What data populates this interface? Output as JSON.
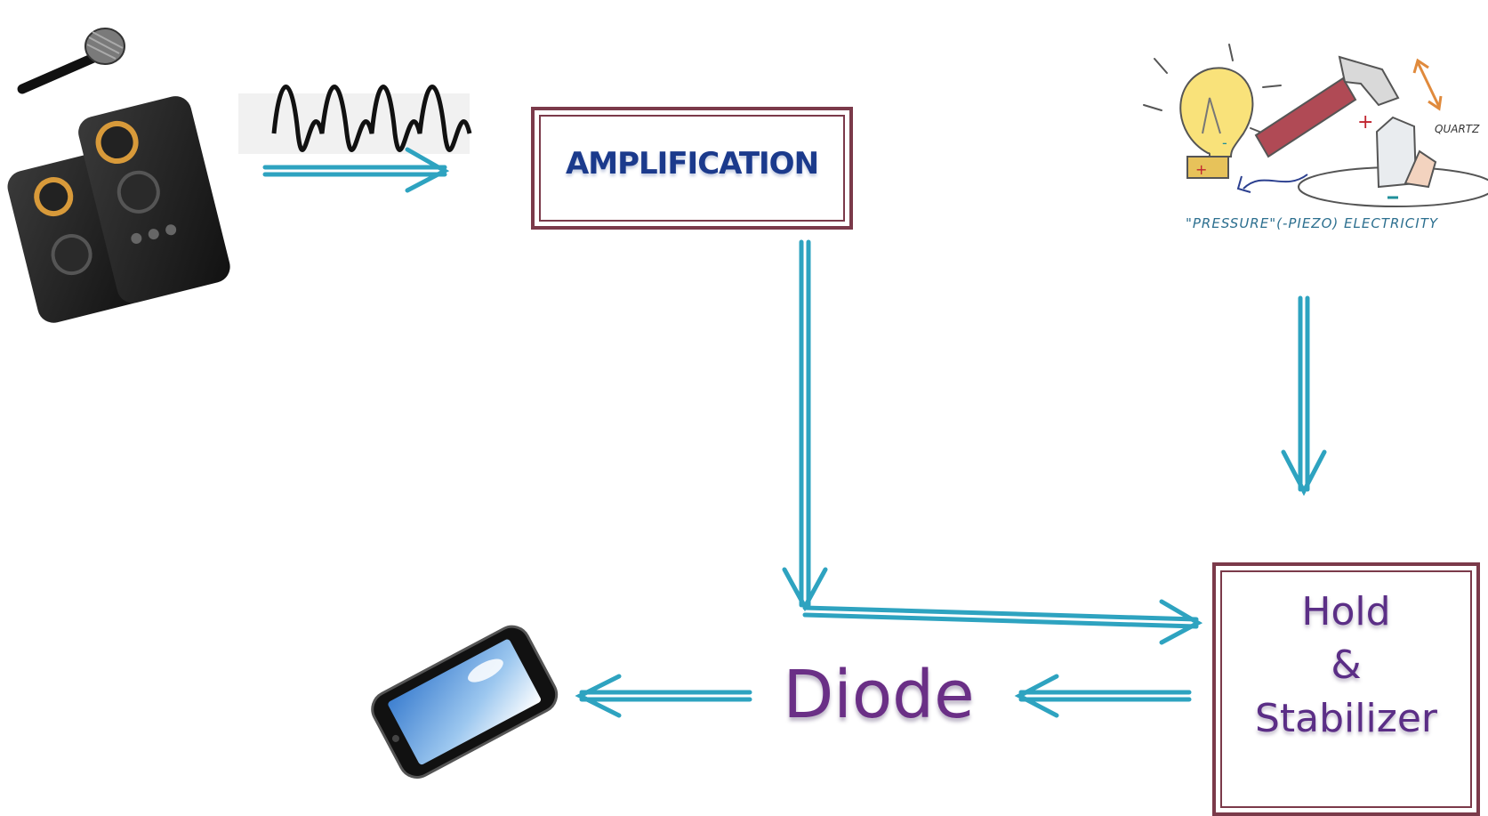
{
  "diagram": {
    "nodes": {
      "amplification": "AMPLIFICATION",
      "hold_lines": [
        "Hold",
        "&",
        "Stabilizer"
      ],
      "diode": "Diode"
    },
    "piezo_illustration": {
      "caption": "\"PRESSURE\"(-PIEZO) ELECTRICITY",
      "quartz_label": "QUARTZ"
    },
    "icons": {
      "microphone": "microphone-icon",
      "speakers": "speakers-icon",
      "sound_wave": "sine-wave-icon",
      "smartphone": "smartphone-icon",
      "bulb": "light-bulb-icon",
      "hammer": "hammer-icon",
      "crystal": "quartz-crystal-icon"
    },
    "colors": {
      "arrow": "#2ea3c0",
      "box_border": "#7b3a4a",
      "amp_text": "#1b3a8c",
      "node_text": "#5b2e86"
    }
  }
}
